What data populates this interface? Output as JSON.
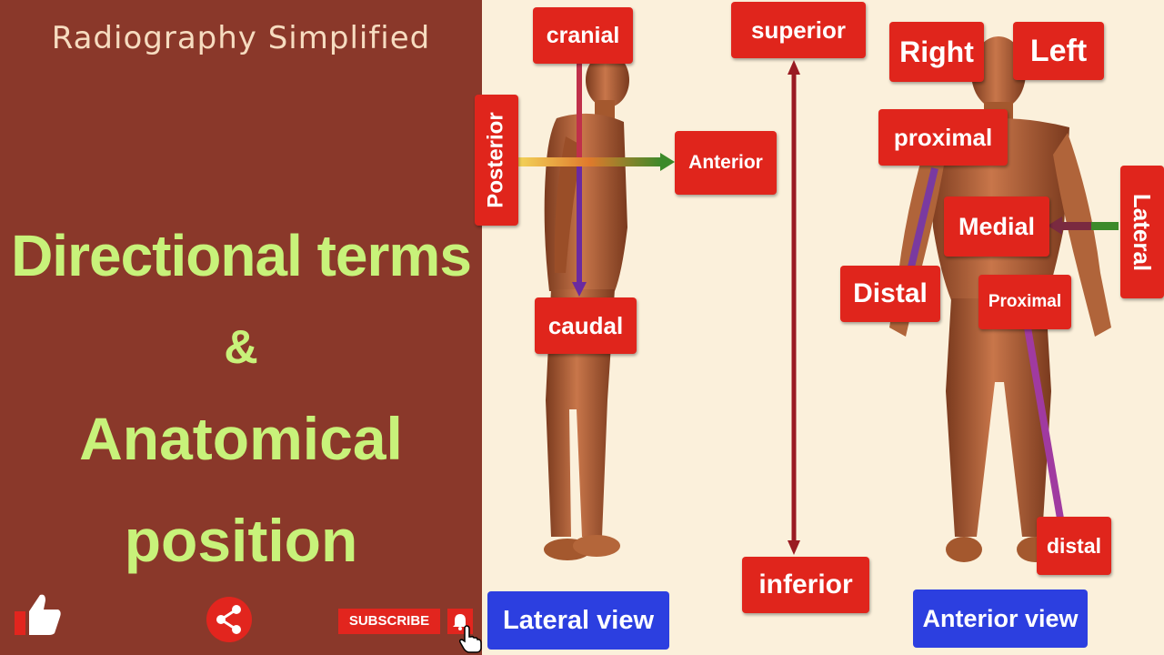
{
  "branding": {
    "channel_name": "Radiography Simplified"
  },
  "title": {
    "line1": "Directional  terms",
    "line2": "&",
    "line3": "Anatomical",
    "line4": "position"
  },
  "labels": {
    "cranial": "cranial",
    "caudal": "caudal",
    "posterior": "Posterior",
    "anterior": "Anterior",
    "superior": "superior",
    "inferior": "inferior",
    "right": "Right",
    "left": "Left",
    "proximal_upper": "proximal",
    "medial": "Medial",
    "lateral": "Lateral",
    "distal_upper": "Distal",
    "proximal_lower": "Proximal",
    "distal_lower": "distal"
  },
  "views": {
    "lateral": "Lateral view",
    "anterior": "Anterior view"
  },
  "actions": {
    "subscribe": "SUBSCRIBE"
  },
  "icons": [
    "thumbs-up-icon",
    "share-icon",
    "bell-icon",
    "hand-cursor-icon"
  ],
  "colors": {
    "left_panel": "#8a382a",
    "title_text": "#c8f27a",
    "label_bg": "#e0251c",
    "view_button_bg": "#2c3fe0",
    "background": "#fbf0db"
  }
}
